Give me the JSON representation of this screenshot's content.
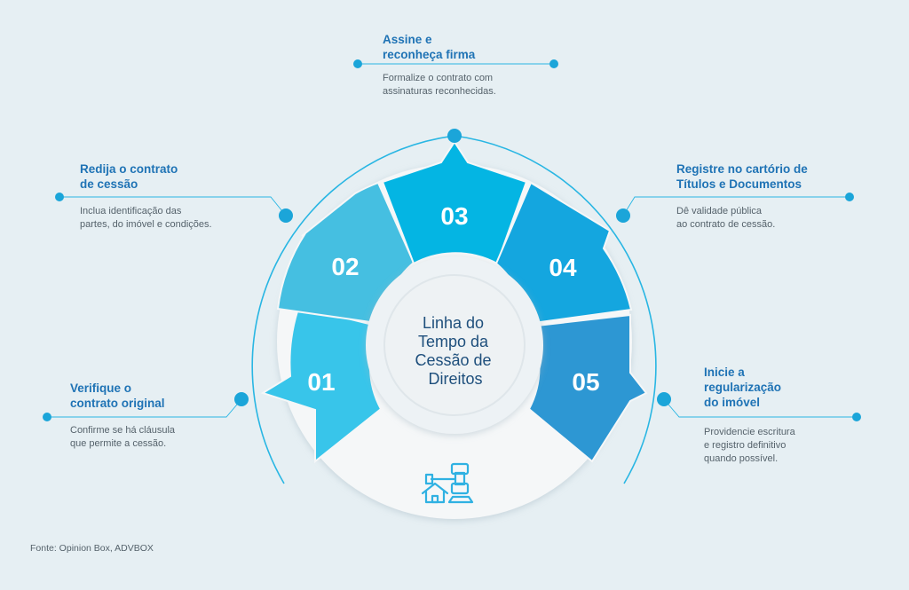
{
  "center_title": "Linha do Tempo da Cessão de Direitos",
  "center_lines": [
    "Linha do",
    "Tempo da",
    "Cessão de",
    "Direitos"
  ],
  "steps": [
    {
      "number": "01",
      "title": "Verifique o\ncontrato original",
      "description": "Confirme se há cláusula\nque permite a cessão.",
      "color": "#38c5ea"
    },
    {
      "number": "02",
      "title": "Redija o contrato\nde cessão",
      "description": "Inclua identificação das\npartes, do imóvel e condições.",
      "color": "#45bfe1"
    },
    {
      "number": "03",
      "title": "Assine e\nreconheça firma",
      "description": "Formalize o contrato com\nassinaturas reconhecidas.",
      "color": "#04b5e3"
    },
    {
      "number": "04",
      "title": "Registre no cartório de\nTítulos e Documentos",
      "description": "Dê validade pública\nao contrato de cessão.",
      "color": "#14a6df"
    },
    {
      "number": "05",
      "title": "Inicie a\nregularização\ndo imóvel",
      "description": "Providencie escritura\ne registro definitivo\nquando possível.",
      "color": "#2d97d3"
    }
  ],
  "bottom_icon": "gavel-house-icon",
  "source": "Fonte: Opinion Box, ADVBOX",
  "colors": {
    "accent": "#1f73b5",
    "line": "#29b6e3",
    "background": "#e6eff3"
  }
}
